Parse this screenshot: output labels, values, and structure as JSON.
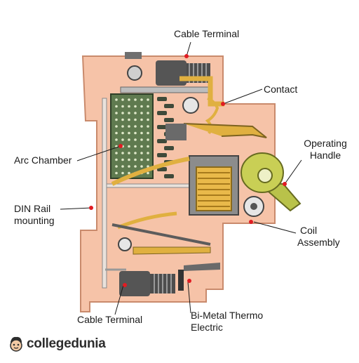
{
  "labels": {
    "cable_terminal_top": "Cable Terminal",
    "contact": "Contact",
    "operating_handle": [
      "Operating",
      "Handle"
    ],
    "arc_chamber": "Arc Chamber",
    "din_rail": [
      "DIN Rail",
      "mounting"
    ],
    "coil_assembly": [
      "Coil",
      "Assembly"
    ],
    "cable_terminal_bottom": "Cable Terminal",
    "bimetal": [
      "Bi-Metal Thermo",
      "Electric"
    ]
  },
  "brand": {
    "name": "collegedunia",
    "icon": "mascot-face-icon"
  },
  "colors": {
    "housing": "#f6c3a8",
    "housing_edge": "#c98a6c",
    "arc_chamber": "#5f7a4f",
    "coil": "#e9b94a",
    "handle": "#b9c24a",
    "marker": "#e11b22",
    "metal": "#7a7a7a"
  }
}
